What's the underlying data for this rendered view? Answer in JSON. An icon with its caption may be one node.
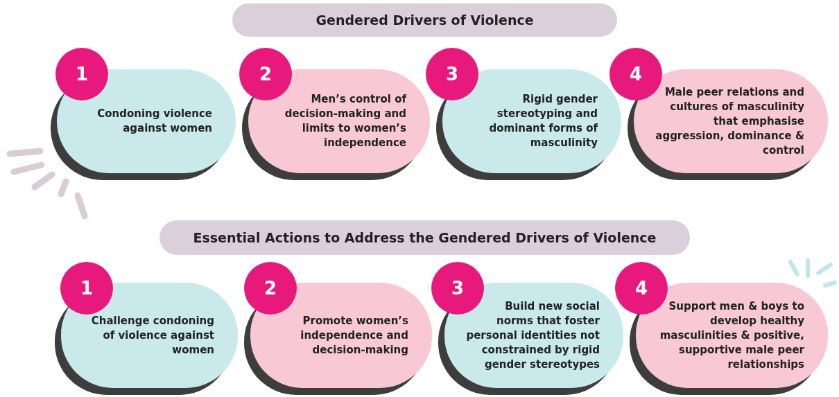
{
  "diagram": {
    "nodes": [
      {
        "text": [
          "Gendered Drivers of Violence"
        ]
      },
      {
        "text": [
          "1"
        ]
      },
      {
        "text": [
          "Condoning violence against women"
        ]
      },
      {
        "text": [
          "2"
        ]
      },
      {
        "text": [
          "Men’s control of decision-making and limits to women’s independence"
        ]
      },
      {
        "text": [
          "3"
        ]
      },
      {
        "text": [
          "Rigid gender stereotyping and dominant forms of masculinity"
        ]
      },
      {
        "text": [
          "4"
        ]
      },
      {
        "text": [
          "Male peer relations and cultures of masculinity that emphasise aggression, dominance & control"
        ]
      },
      {
        "text": [
          "Essential Actions to Address the Gendered Drivers of Violence"
        ]
      },
      {
        "text": [
          "1"
        ]
      },
      {
        "text": [
          "Challenge condoning of violence against women"
        ]
      },
      {
        "text": [
          "2"
        ]
      },
      {
        "text": [
          "Promote women’s independence and decision-making"
        ]
      },
      {
        "text": [
          "3"
        ]
      },
      {
        "text": [
          "Build new social norms that foster personal identities not constrained by rigid gender stereotypes"
        ]
      },
      {
        "text": [
          "4"
        ]
      },
      {
        "text": [
          "Support men & boys to develop healthy masculinities & positive, supportive male peer relationships"
        ]
      }
    ],
    "edges": []
  }
}
